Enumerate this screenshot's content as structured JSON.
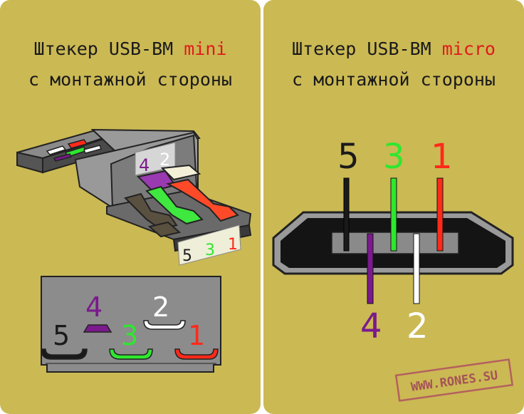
{
  "left": {
    "title_prefix": "Штекер USB-BM ",
    "title_highlight": "mini",
    "subtitle": "с монтажной стороны",
    "plug_labels": {
      "p4": "4",
      "p2": "2",
      "p5": "5",
      "p3": "3",
      "p1": "1"
    },
    "front_labels": {
      "p4": "4",
      "p2": "2",
      "p5": "5",
      "p3": "3",
      "p1": "1"
    }
  },
  "right": {
    "title_prefix": "Штекер USB-BM ",
    "title_highlight": "micro",
    "subtitle": "с монтажной стороны",
    "top_labels": {
      "p5": "5",
      "p3": "3",
      "p1": "1"
    },
    "bottom_labels": {
      "p4": "4",
      "p2": "2"
    },
    "watermark": "WWW.RONES.SU"
  },
  "colors": {
    "background": "#cbb954",
    "pin1": "#ff2a1a",
    "pin2": "#ffffff",
    "pin3": "#2ee82e",
    "pin4": "#7a1a8c",
    "pin5": "#1a1a1a",
    "highlight": "#e01b1b"
  }
}
